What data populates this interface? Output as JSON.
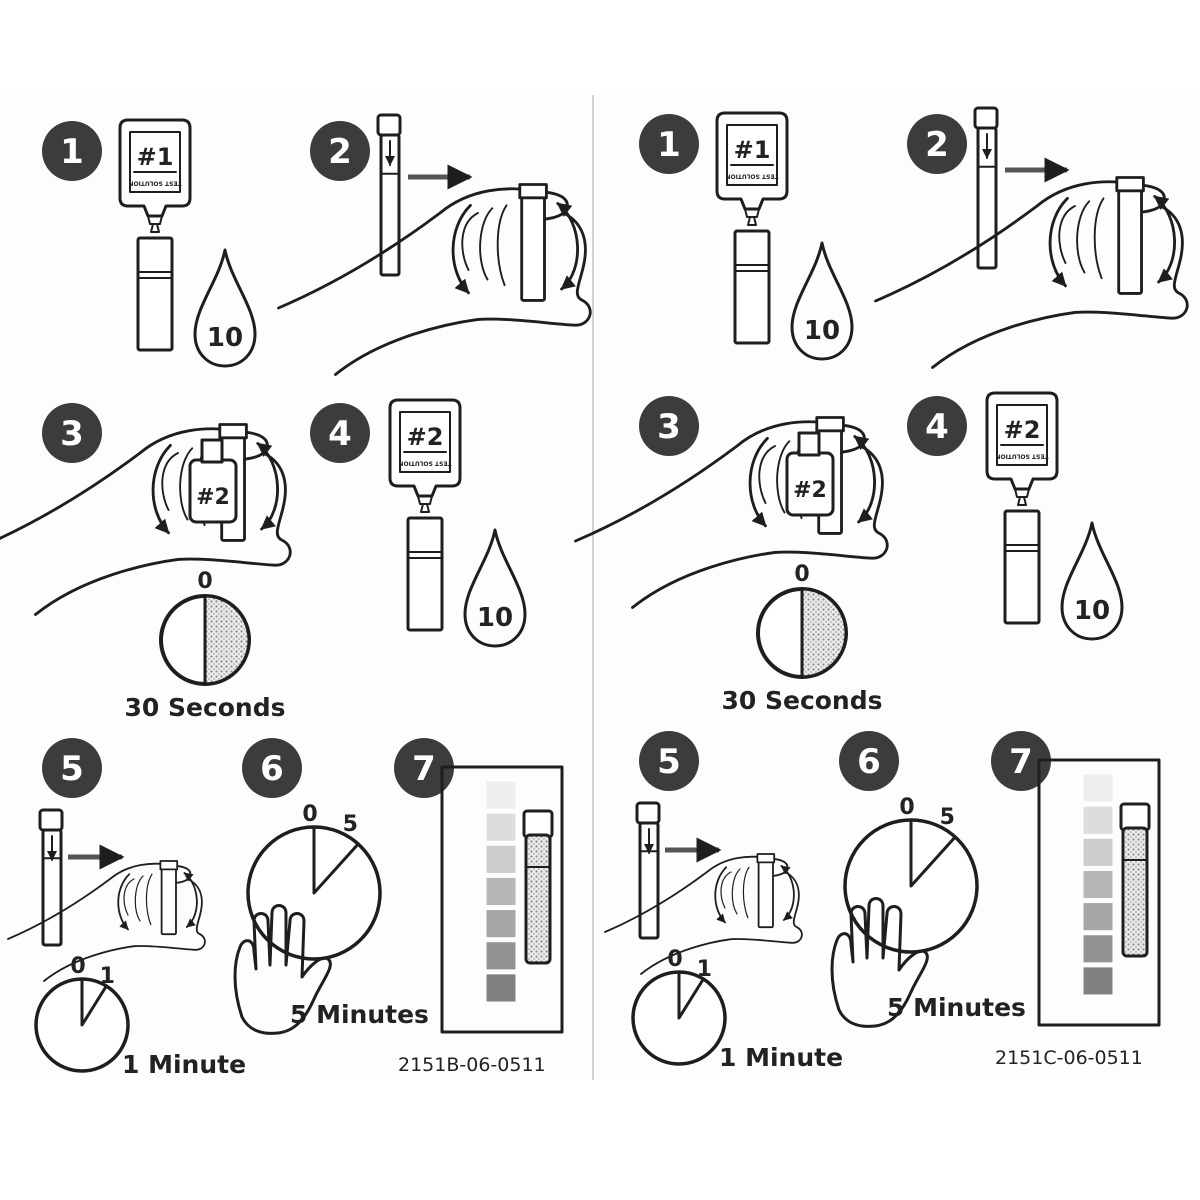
{
  "cards": [
    {
      "code": "2151B-06-0511",
      "steps": [
        "1",
        "2",
        "3",
        "4",
        "5",
        "6",
        "7"
      ],
      "bottle1": {
        "number": "#1",
        "label": "TEST SOLUTION"
      },
      "bottle2": {
        "number": "#2",
        "label": "TEST SOLUTION"
      },
      "drops1": "10",
      "drops2": "10",
      "timer30": {
        "start": "0",
        "caption": "30 Seconds"
      },
      "timer1": {
        "start": "0",
        "end": "1",
        "caption": "1 Minute"
      },
      "timer5": {
        "start": "0",
        "end": "5",
        "caption": "5 Minutes"
      },
      "color_chart_swatches": [
        "#eeeeee",
        "#dddddd",
        "#cccccc",
        "#b7b7b7",
        "#a6a6a6",
        "#939393",
        "#808080"
      ]
    },
    {
      "code": "2151C-06-0511",
      "steps": [
        "1",
        "2",
        "3",
        "4",
        "5",
        "6",
        "7"
      ],
      "bottle1": {
        "number": "#1",
        "label": "TEST SOLUTION"
      },
      "bottle2": {
        "number": "#2",
        "label": "TEST SOLUTION"
      },
      "drops1": "10",
      "drops2": "10",
      "timer30": {
        "start": "0",
        "caption": "30 Seconds"
      },
      "timer1": {
        "start": "0",
        "end": "1",
        "caption": "1 Minute"
      },
      "timer5": {
        "start": "0",
        "end": "5",
        "caption": "5 Minutes"
      },
      "color_chart_swatches": [
        "#eeeeee",
        "#dddddd",
        "#cccccc",
        "#b7b7b7",
        "#a6a6a6",
        "#939393",
        "#808080"
      ]
    }
  ],
  "colors": {
    "badge": "#3c3c3c",
    "line": "#1e1e1e",
    "stipple": "#c9c9c9",
    "divider": "#d2d2d2"
  }
}
